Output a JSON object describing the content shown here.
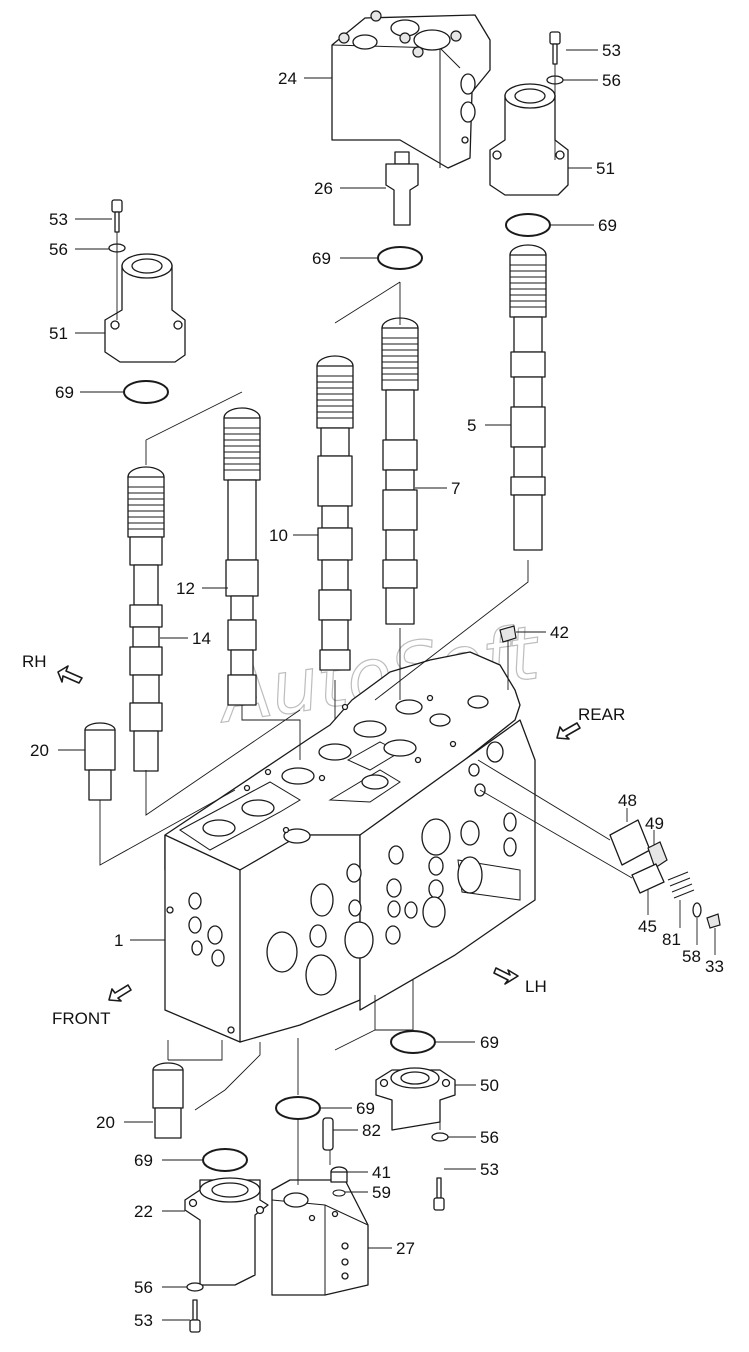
{
  "diagram": {
    "watermark": "AutoSoft",
    "directions": {
      "rh": "RH",
      "rear": "REAR",
      "lh": "LH",
      "front": "FRONT"
    },
    "callouts": [
      "24",
      "53",
      "56",
      "51",
      "26",
      "69",
      "69",
      "53",
      "56",
      "51",
      "69",
      "5",
      "7",
      "10",
      "12",
      "14",
      "42",
      "20",
      "1",
      "48",
      "49",
      "45",
      "81",
      "58",
      "33",
      "69",
      "50",
      "69",
      "82",
      "56",
      "53",
      "41",
      "59",
      "20",
      "69",
      "22",
      "27",
      "56",
      "53"
    ],
    "icons": [
      "direction-arrow-icon",
      "o-ring-icon",
      "bolt-icon",
      "washer-icon"
    ]
  }
}
